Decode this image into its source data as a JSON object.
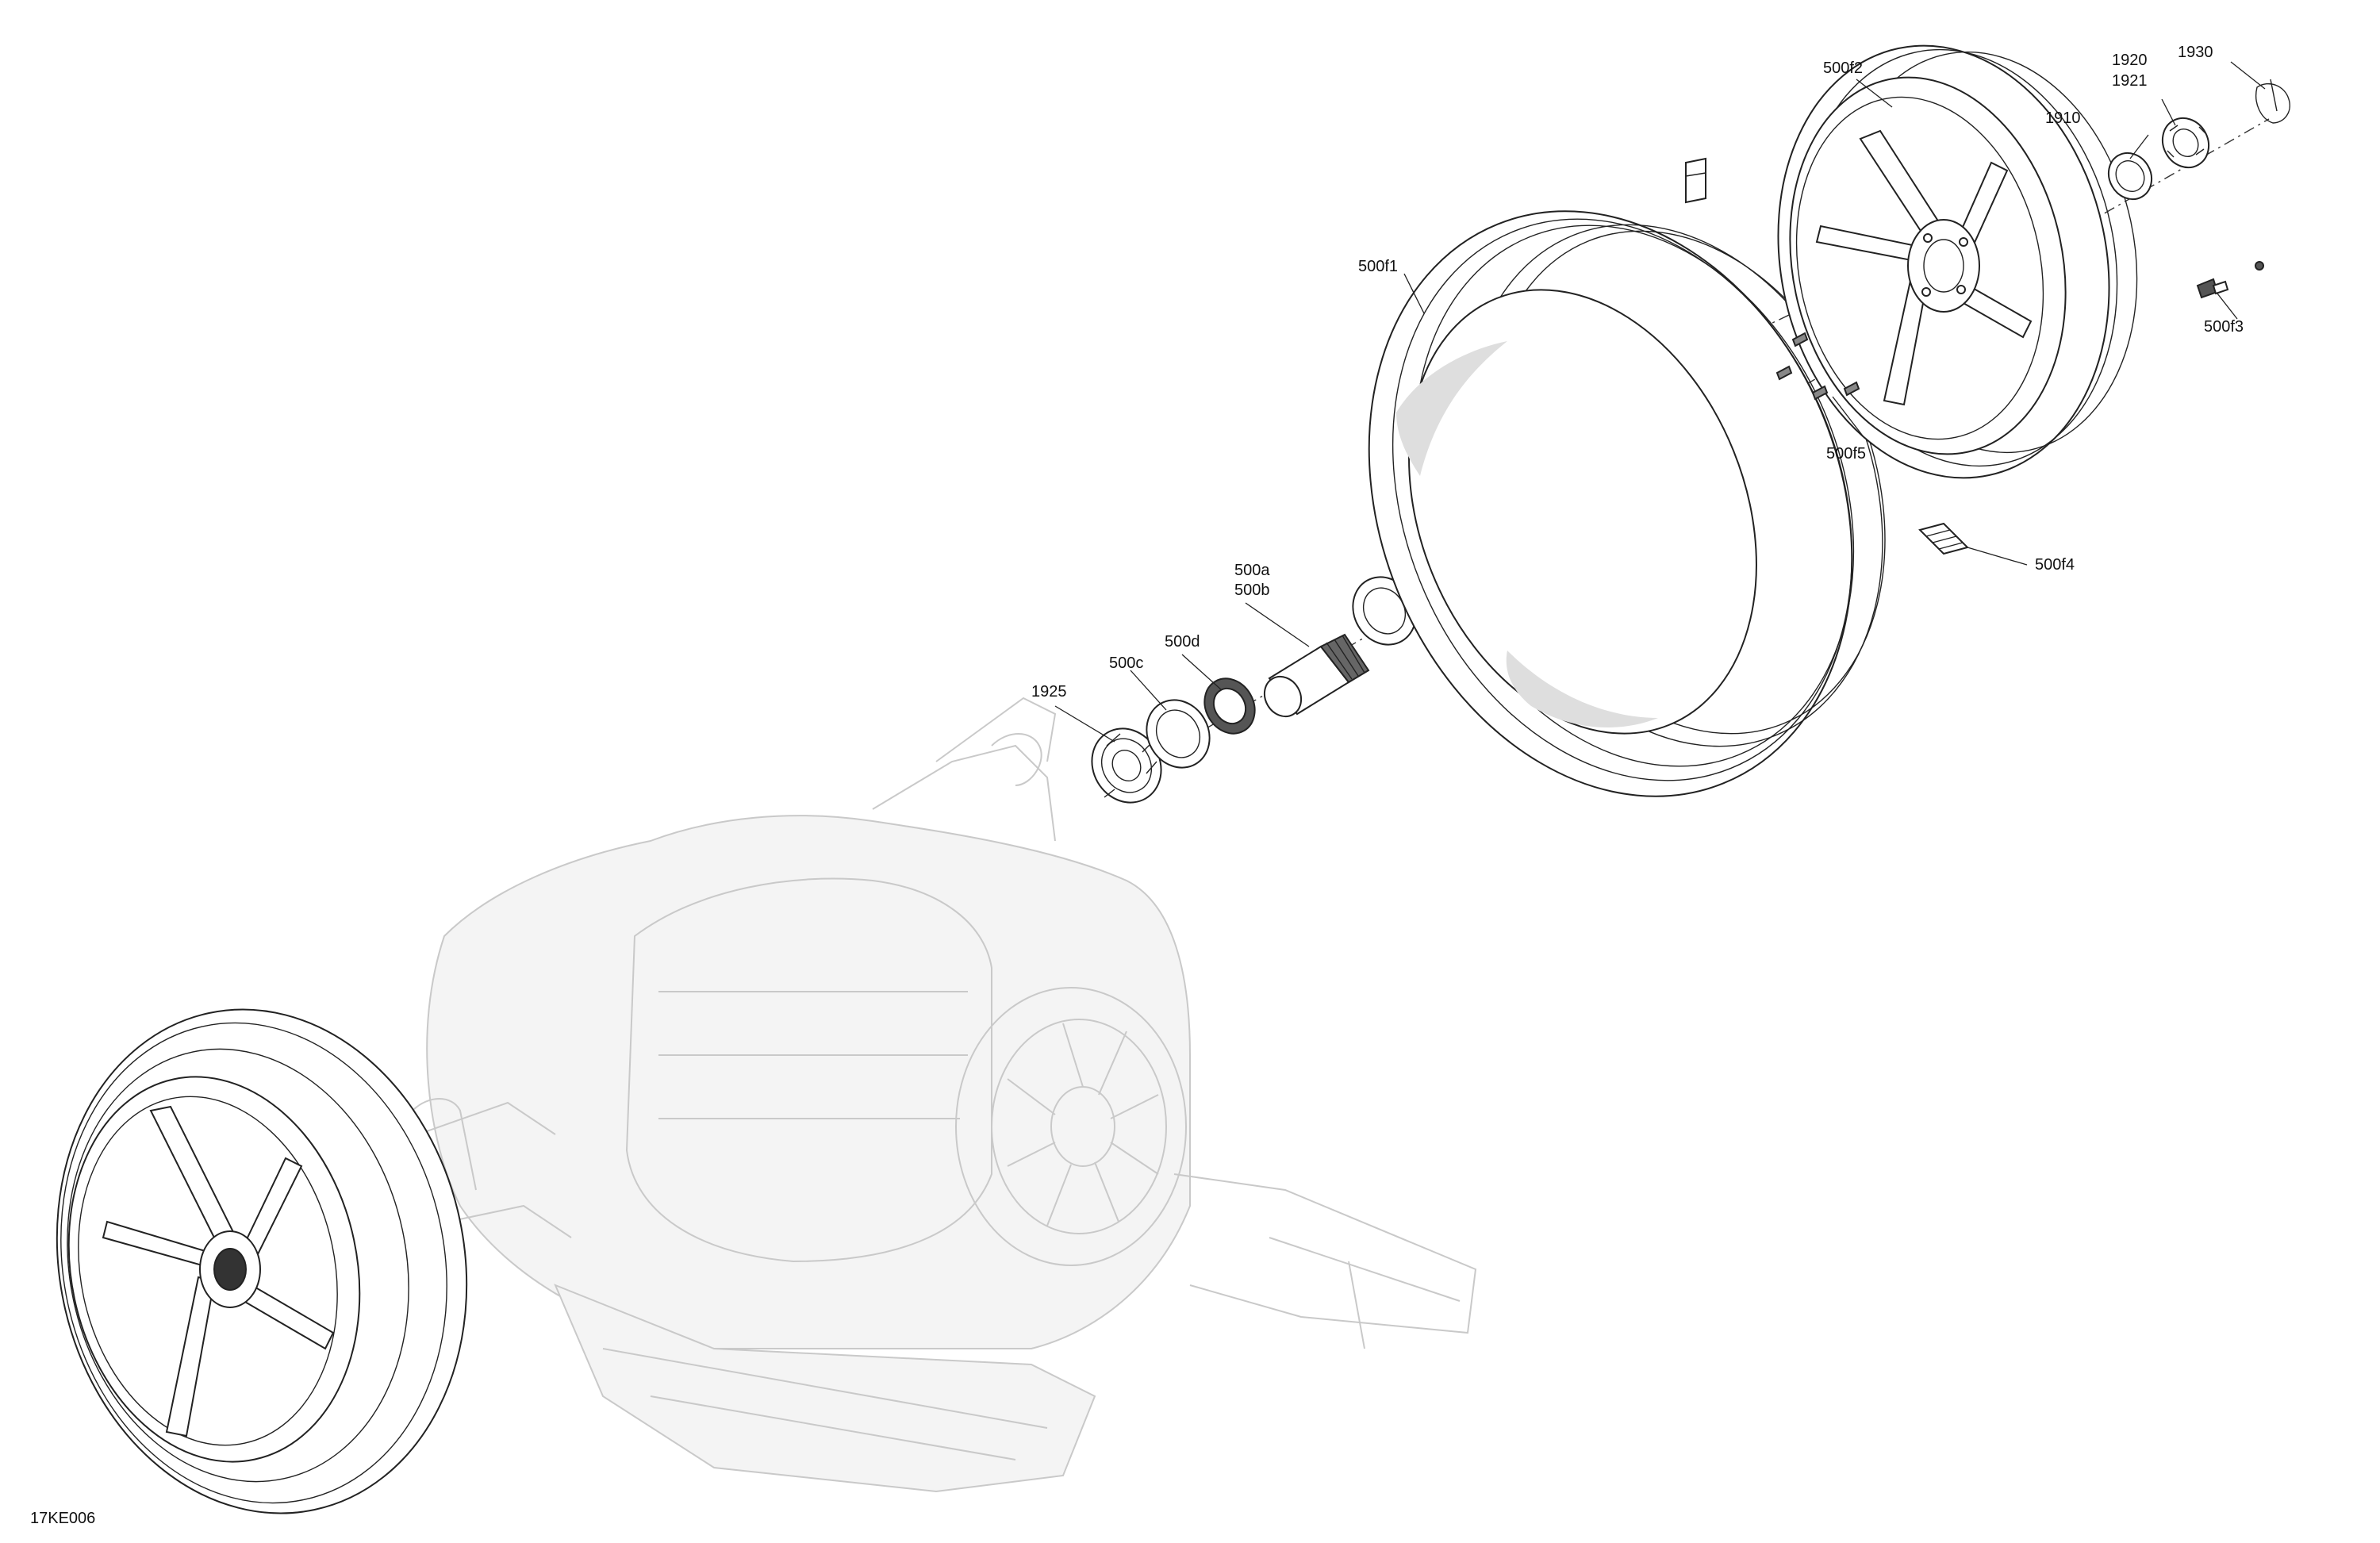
{
  "drawing_id": "17KE006",
  "callouts": {
    "p500f2": "500f2",
    "p1920": "1920",
    "p1921": "1921",
    "p1930": "1930",
    "p1910": "1910",
    "p500f1": "500f1",
    "p500f3": "500f3",
    "p500f5": "500f5",
    "p500f4": "500f4",
    "p500a": "500a",
    "p500b": "500b",
    "p500d": "500d",
    "p500c": "500c",
    "p1925": "1925"
  },
  "colors": {
    "line": "#222222",
    "ghost": "#c9c9c9",
    "tire_shade": "#dedede"
  }
}
